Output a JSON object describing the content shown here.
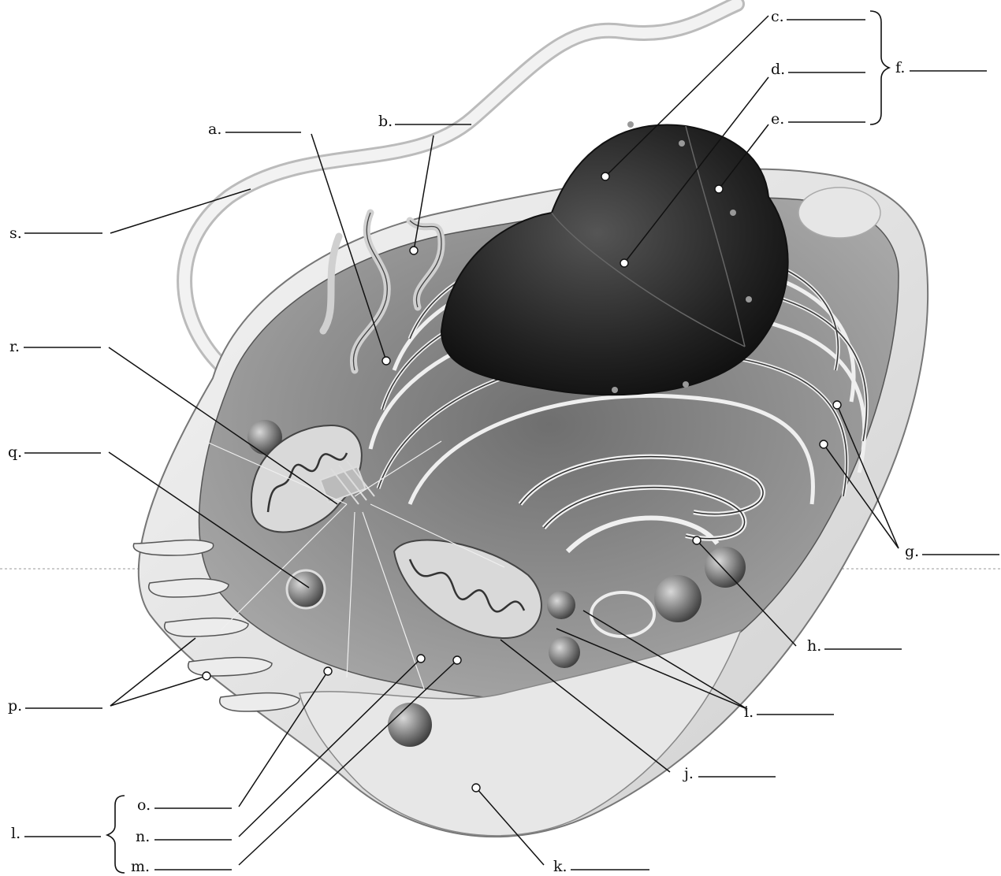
{
  "labels": {
    "a": "a.",
    "b": "b.",
    "c": "c.",
    "d": "d.",
    "e": "e.",
    "f": "f.",
    "g": "g.",
    "h": "h.",
    "i": "i.",
    "j": "j.",
    "k": "k.",
    "l": "l.",
    "m": "m.",
    "n": "n.",
    "o": "o.",
    "p": "p.",
    "q": "q.",
    "r": "r.",
    "s": "s."
  },
  "colors": {
    "ink": "#111111",
    "membrane": "#e9e9e9",
    "cytoplasm": "#8a8a8a",
    "nucleus": "#1f1f1f",
    "organelle_dark": "#3a3a3a"
  },
  "icons": [
    "eukaryotic-cell-illustration"
  ]
}
